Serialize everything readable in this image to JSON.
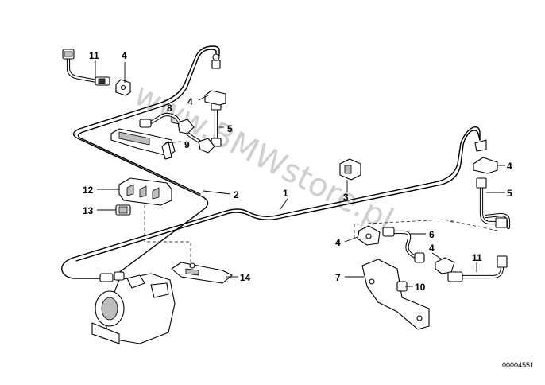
{
  "callouts": {
    "n1": "1",
    "n2": "2",
    "n3": "3",
    "n4a": "4",
    "n4b": "4",
    "n4c": "4",
    "n4d": "4",
    "n4e": "4",
    "n5a": "5",
    "n5b": "5",
    "n6": "6",
    "n7": "7",
    "n8": "8",
    "n9": "9",
    "n10": "10",
    "n11a": "11",
    "n11b": "11",
    "n12": "12",
    "n13": "13",
    "n14": "14"
  },
  "doc_number": "00004551",
  "watermark": "www.BMWstore.pl"
}
